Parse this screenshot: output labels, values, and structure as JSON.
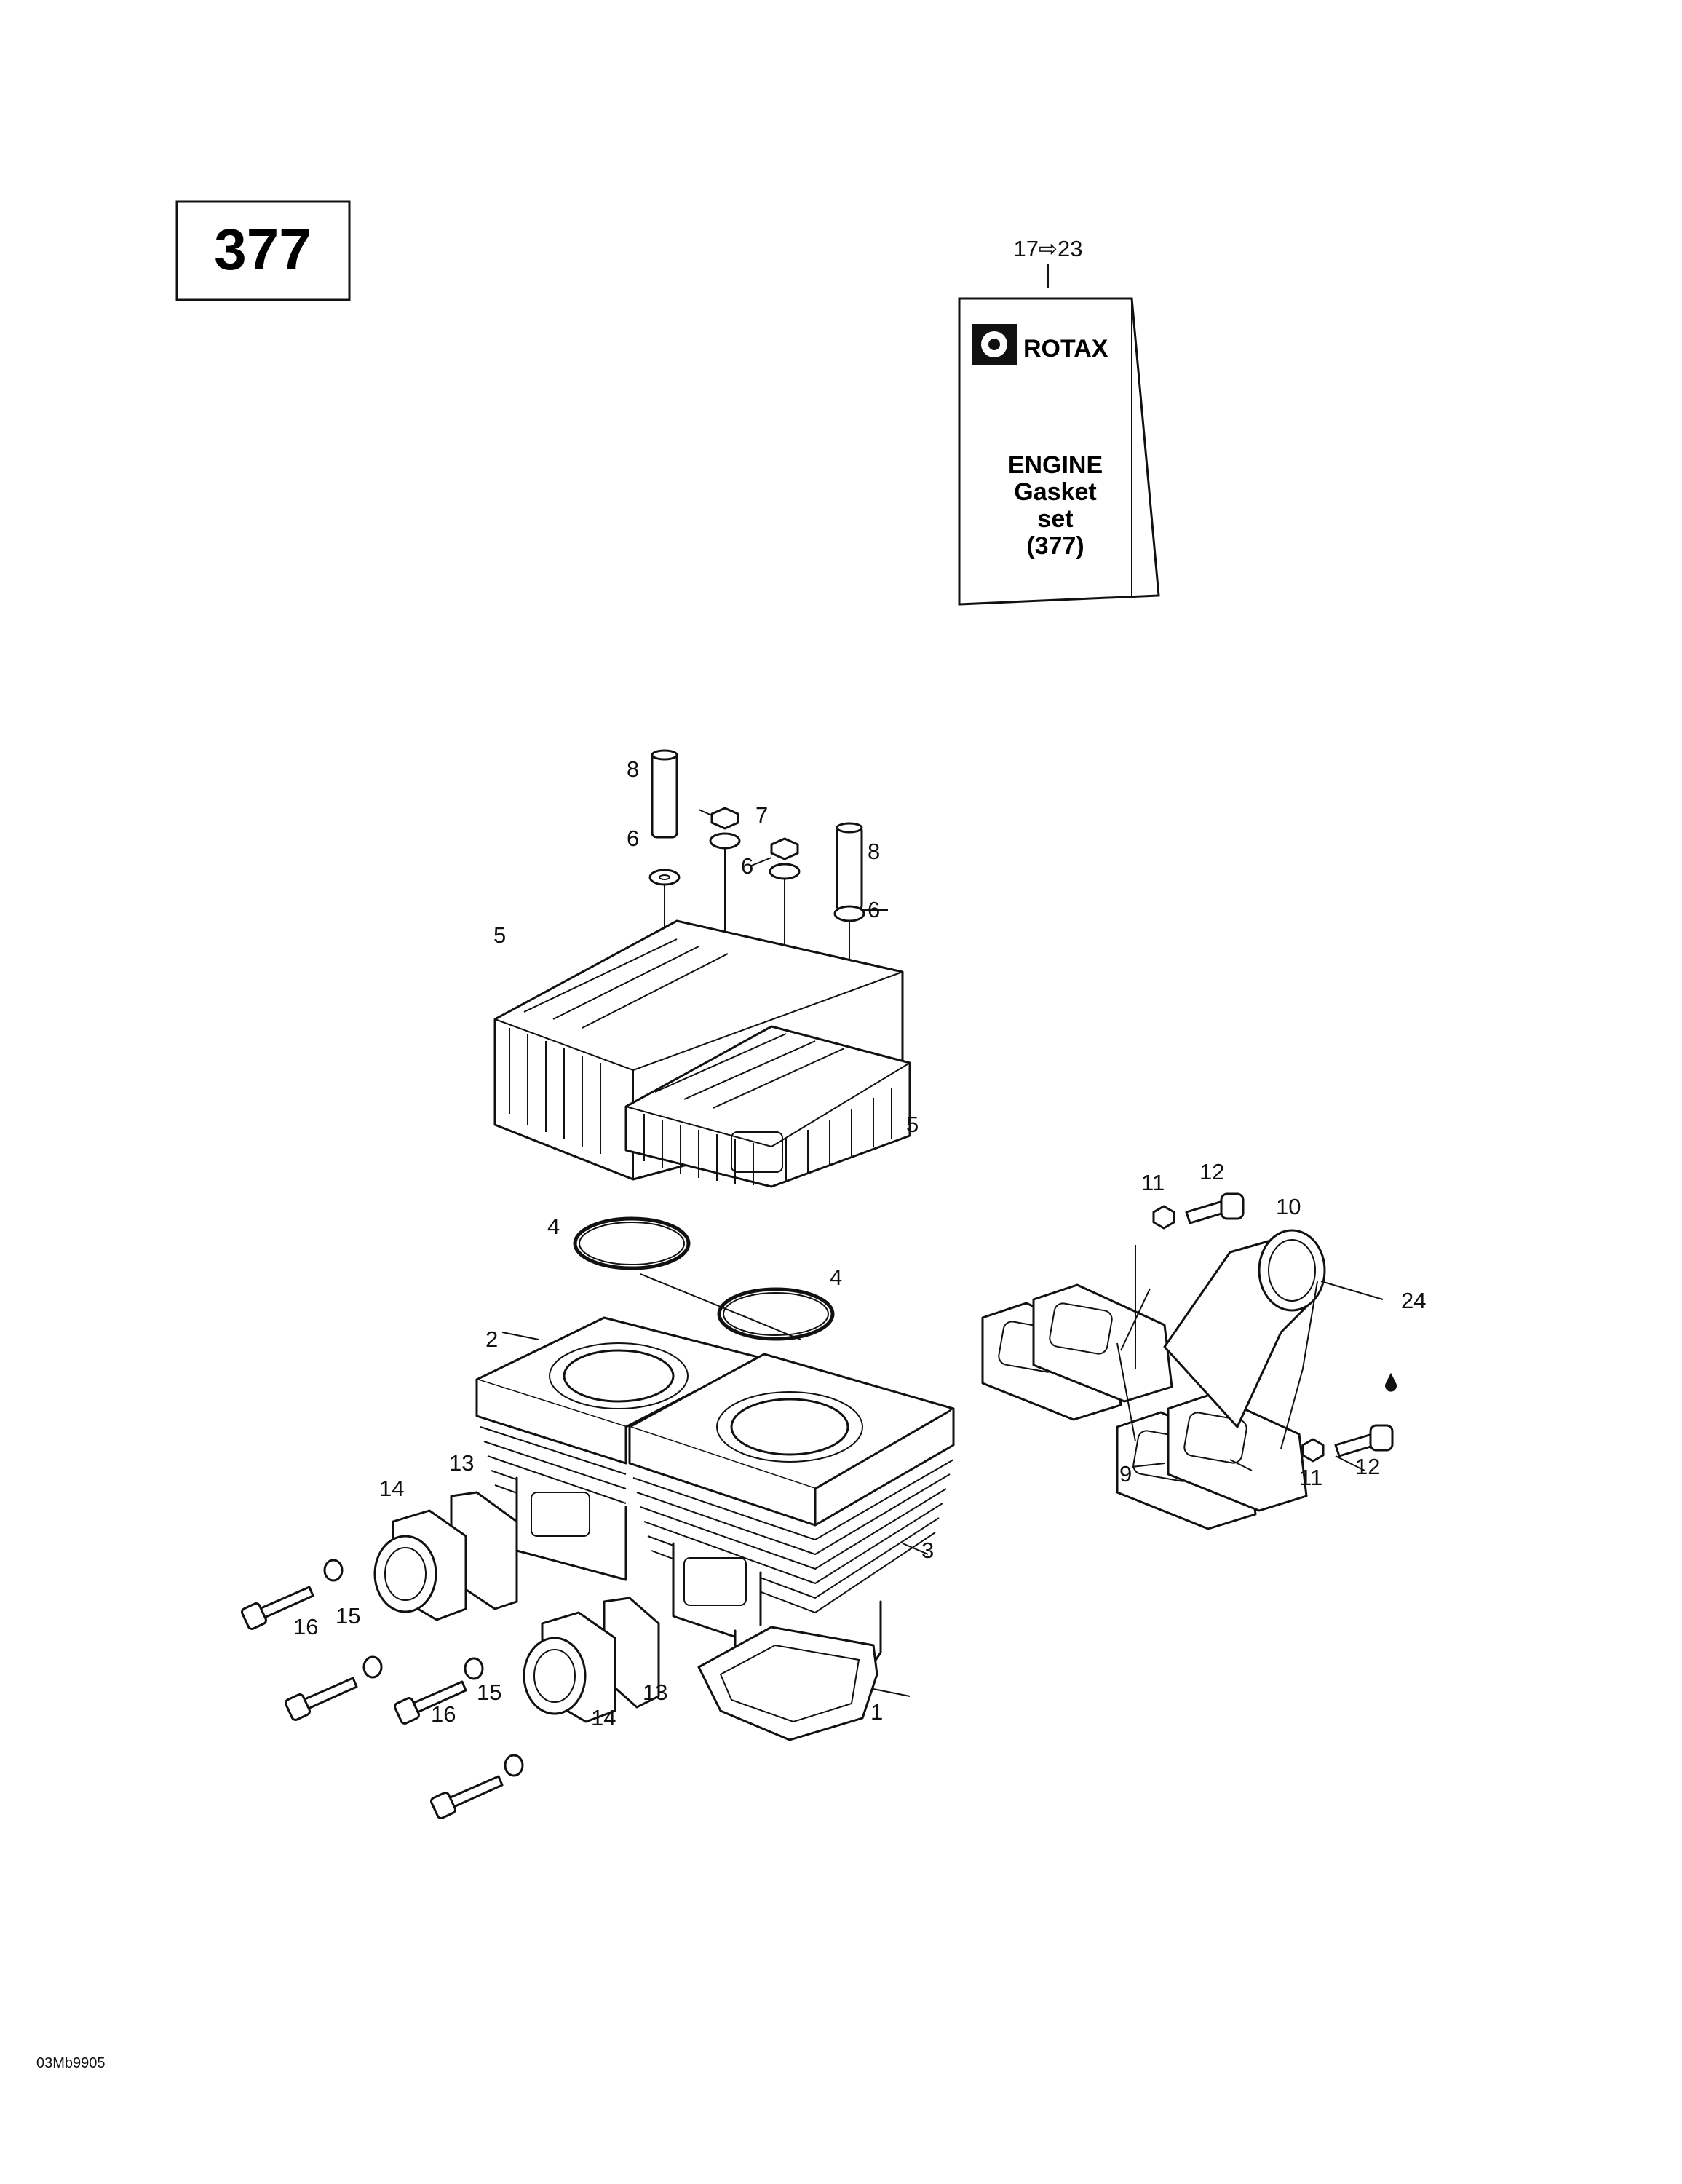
{
  "engine_number": "377",
  "kit_ref": "17⇨23",
  "kit_box": {
    "brand": "ROTAX",
    "lines": [
      "ENGINE",
      "Gasket",
      "set",
      "(377)"
    ]
  },
  "callouts": {
    "c1": "1",
    "c2": "2",
    "c3": "3",
    "c4a": "4",
    "c4b": "4",
    "c5a": "5",
    "c5b": "5",
    "c6a": "6",
    "c6b": "6",
    "c6c": "6",
    "c7": "7",
    "c8a": "8",
    "c8b": "8",
    "c9": "9",
    "c10": "10",
    "c11a": "11",
    "c11b": "11",
    "c12a": "12",
    "c12b": "12",
    "c13a": "13",
    "c13b": "13",
    "c14a": "14",
    "c14b": "14",
    "c15a": "15",
    "c15b": "15",
    "c16a": "16",
    "c16b": "16",
    "c24": "24"
  },
  "footer_code": "03Mb9905"
}
